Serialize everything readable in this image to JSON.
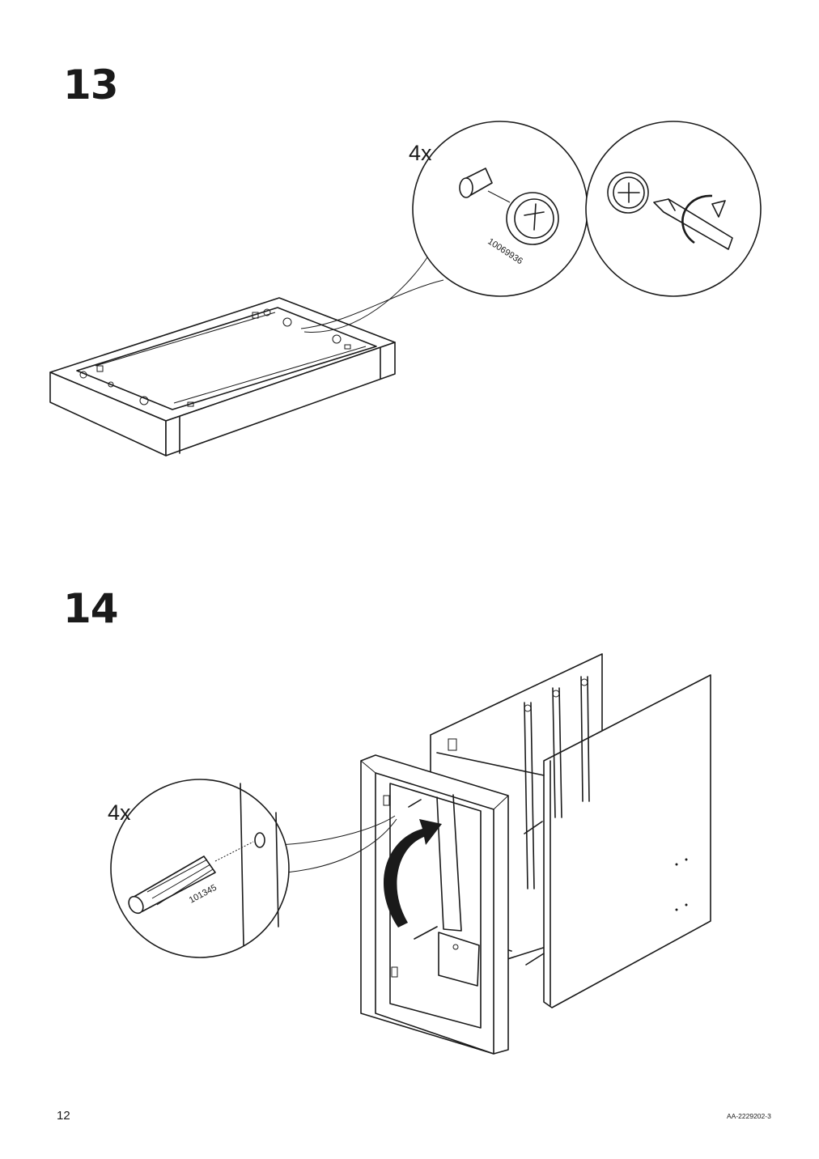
{
  "steps": [
    {
      "number": "13",
      "detail_quantity": "4x",
      "part_number": "10069936"
    },
    {
      "number": "14",
      "detail_quantity": "4x",
      "part_number": "101345"
    }
  ],
  "footer": {
    "page_number": "12",
    "document_code": "AA-2229202-3"
  },
  "icons": [
    "cam-lock-fitting-icon",
    "screwdriver-turn-icon",
    "wooden-dowel-icon",
    "rotate-arrow-icon"
  ]
}
